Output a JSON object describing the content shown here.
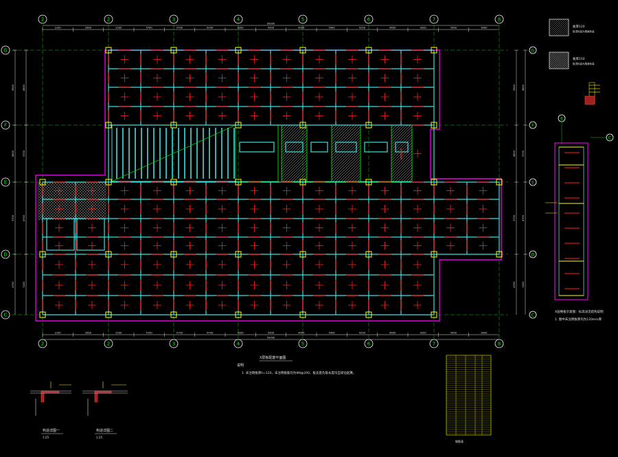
{
  "drawing": {
    "background": "#000000",
    "colors": {
      "grid_line": "#00d000",
      "bubble": "#ffffff",
      "axis_label": "#00ff00",
      "dimension": "#e0e0e0",
      "outline": "#e000e0",
      "beam": "#40e0e0",
      "rebar": "#ff2020",
      "column": "#ffff00",
      "hatch": "#c0c0c0",
      "slab_hatch": "#40e0e0",
      "text_yellow": "#ffff00"
    },
    "grid_columns": [
      "2",
      "2",
      "3",
      "4",
      "5",
      "6",
      "7",
      "8"
    ],
    "grid_rows": [
      "G",
      "F",
      "E",
      "D",
      "C"
    ],
    "detail_columns": [
      "6"
    ],
    "detail_rows": [
      "G",
      "F",
      "E",
      "D",
      "C"
    ],
    "detail_right_axis": "C",
    "top_dimensions": [
      "2100",
      "2600",
      "2500",
      "5700",
      "5700",
      "6700",
      "4200",
      "5400",
      "4000",
      "5400",
      "4200",
      "6400",
      "4200",
      "5400",
      "3400"
    ],
    "top_overall": "50000",
    "bottom_dimensions": [
      "2100",
      "2600",
      "2500",
      "5700",
      "5700",
      "6700",
      "4200",
      "5400",
      "4000",
      "5400",
      "4200",
      "6400",
      "4200",
      "5400",
      "3400"
    ],
    "bottom_overall": "50000",
    "left_dimensions": [
      "3600",
      "4800",
      "3700",
      "4700",
      "3200"
    ],
    "right_dimensions": [
      "3600",
      "4800",
      "3700",
      "4700",
      "3200"
    ],
    "legend": [
      {
        "label": "板厚120",
        "note": "板顶标高为楼面标高"
      },
      {
        "label": "板厚150",
        "note": "板顶标高为楼面标高"
      }
    ],
    "plan_title": "X层板配筋平面图",
    "notes_title": "说明",
    "notes_text": "1. 未注明板厚h=120，未注明板筋均为Φ8@200，板支座负筋长度均自梁边起算。",
    "detail_caption": "X层楼板示意图：标高详见结构说明",
    "detail_note": "1. 图中未注明板厚均为120mm厚",
    "section_titles": [
      "构造详图一",
      "构造详图二"
    ],
    "section_scales": [
      "1:25",
      "1:25"
    ],
    "table_caption": "钢筋表"
  }
}
